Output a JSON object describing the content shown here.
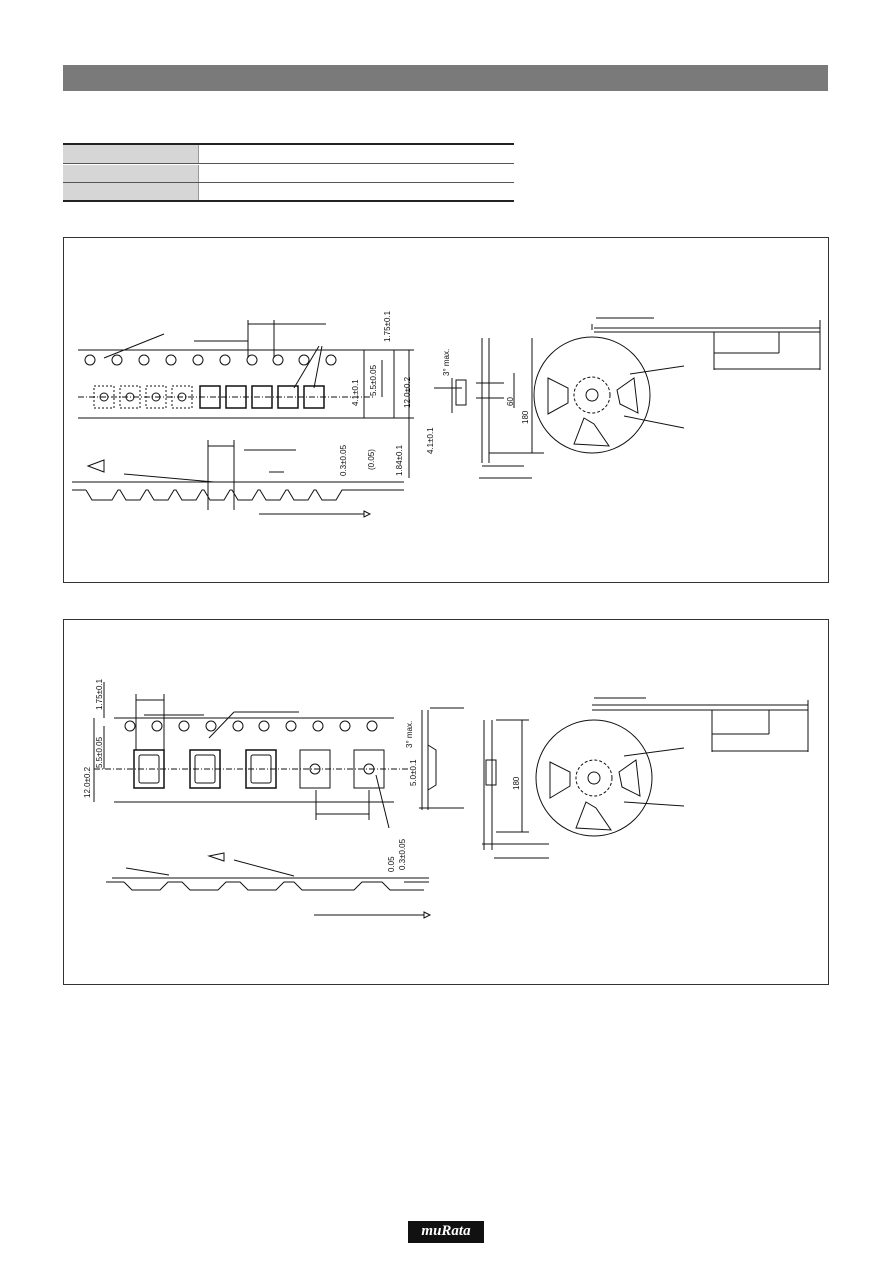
{
  "header": {
    "title": ""
  },
  "spec_table": {
    "rows": [
      {
        "label": "",
        "value": ""
      },
      {
        "label": "",
        "value": ""
      },
      {
        "label": "",
        "value": ""
      }
    ]
  },
  "panel1": {
    "dims": {
      "d1": "1.75±0.1",
      "d2": "5.5±0.05",
      "d3": "12.0±0.2",
      "d4": "4.1±0.1",
      "d5": "0.3±0.05",
      "d6": "(0.05)",
      "d7": "1.84±0.1",
      "d8": "3° max.",
      "d9": "4.1±0.1",
      "d10": "60",
      "d11": "180"
    }
  },
  "panel2": {
    "dims": {
      "d1": "1.75±0.1",
      "d2": "12.0±0.2",
      "d3": "5.5±0.05",
      "d4": "3° max.",
      "d5": "5.0±0.1",
      "d6": "0.05",
      "d7": "0.3±0.05",
      "d8": "180"
    }
  },
  "logo": {
    "text": "muRata"
  }
}
